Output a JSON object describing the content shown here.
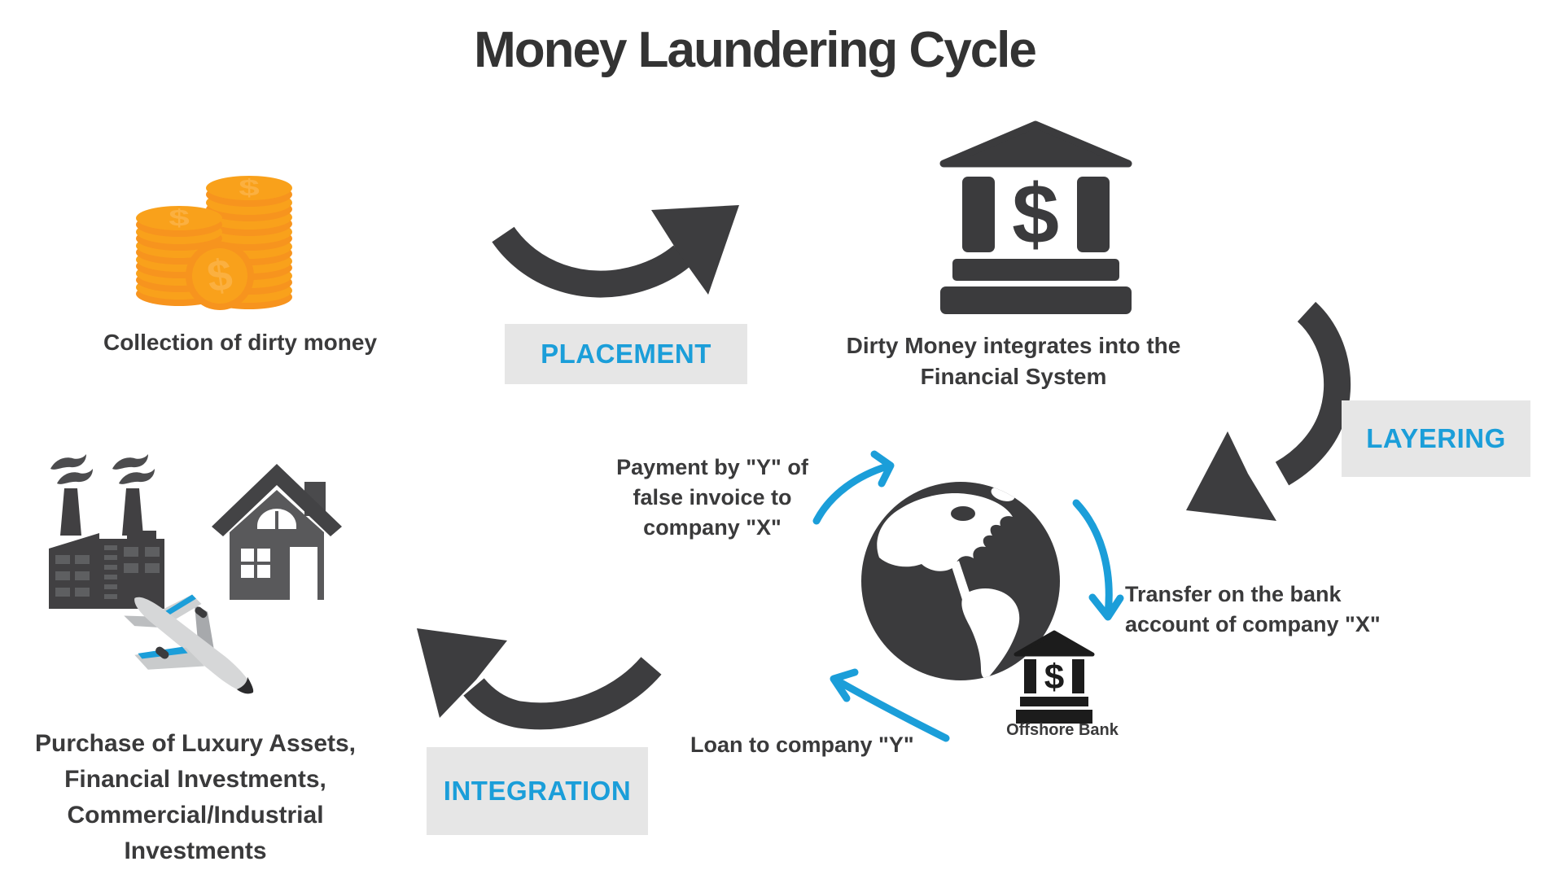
{
  "title": "Money Laundering Cycle",
  "labels": {
    "placement": "PLACEMENT",
    "layering": "LAYERING",
    "integration": "INTEGRATION"
  },
  "captions": {
    "collection": "Collection of dirty money",
    "bank": "Dirty Money integrates into the\nFinancial System",
    "purchase": "Purchase of Luxury Assets,\nFinancial Investments,\nCommercial/Industrial\nInvestments"
  },
  "cycle": {
    "payment": "Payment by \"Y\" of\nfalse invoice to\ncompany \"X\"",
    "transfer": "Transfer on the bank\naccount of company \"X\"",
    "loan": "Loan to company \"Y\"",
    "offshore_bank": "Offshore Bank"
  },
  "glyphs": {
    "dollar": "$"
  },
  "colors": {
    "accent_blue": "#1B9ED9",
    "dark_gray": "#3D3D3F",
    "label_bg": "#E6E6E6",
    "coin_orange": "#F7941E",
    "coin_orange_mid": "#F9A11B",
    "coin_highlight": "#FBB040"
  }
}
